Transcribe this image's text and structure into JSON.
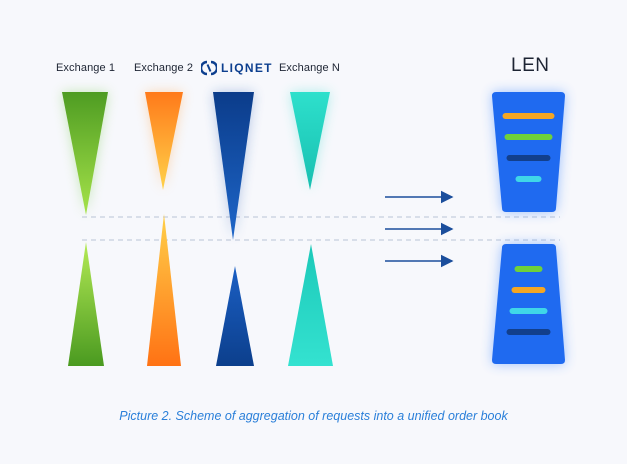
{
  "headers": {
    "exchange_1": "Exchange 1",
    "exchange_2": "Exchange 2",
    "liqnet": "LIQNET",
    "exchange_n": "Exchange N",
    "len": "LEN"
  },
  "caption": "Picture 2. Scheme of aggregation of requests into a unified order book",
  "icons": [
    "liqnet-logo-icon",
    "arrow-right-icon"
  ],
  "colors": {
    "exchange_1": "#5fb52e",
    "exchange_2": "#ff8a1f",
    "liqnet": "#0e4aa0",
    "exchange_n": "#27d3c4",
    "len_panel": "#1f6af0",
    "arrow": "#1b4e9c",
    "caption": "#2a7fd9",
    "bar_orange": "#f5a623",
    "bar_green": "#6fd13a",
    "bar_navy": "#123f8c",
    "bar_cyan": "#3fd7e8"
  },
  "len_top_bars": [
    "bar_orange",
    "bar_green",
    "bar_navy",
    "bar_cyan"
  ],
  "len_bottom_bars": [
    "bar_green",
    "bar_orange",
    "bar_cyan",
    "bar_navy"
  ]
}
